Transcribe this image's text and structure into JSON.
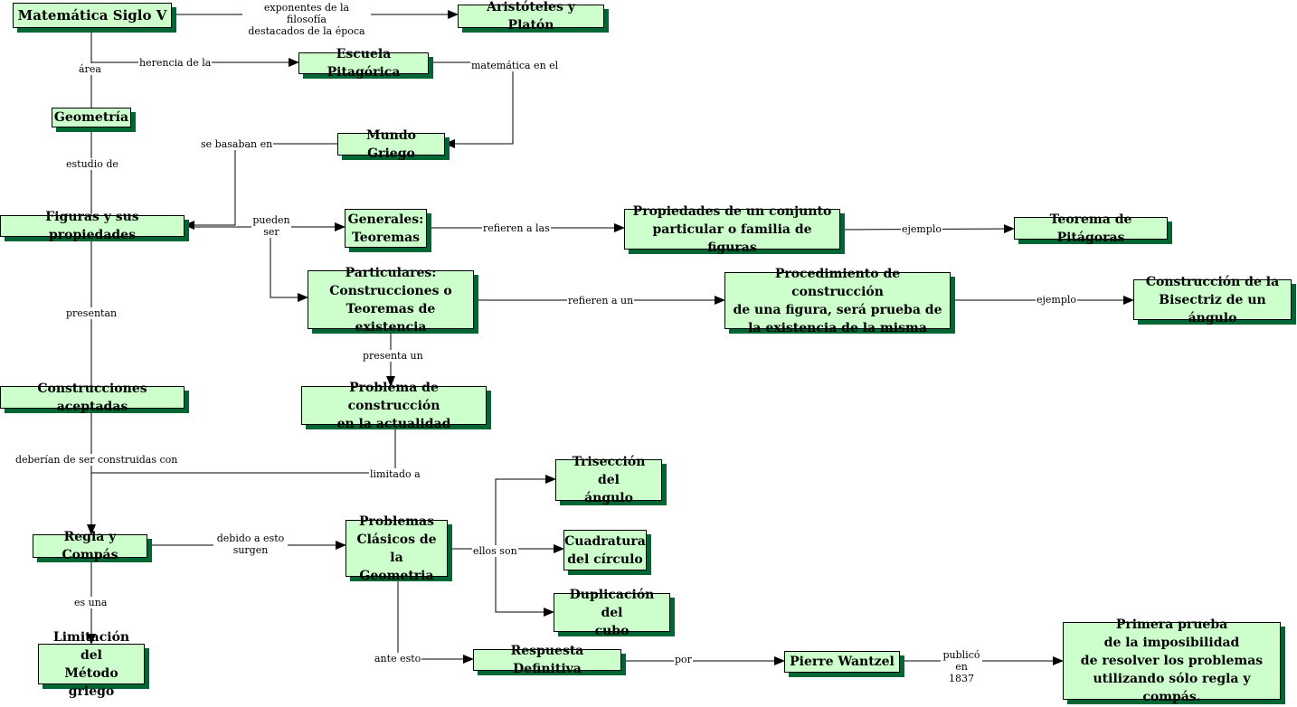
{
  "nodes": {
    "matematica_siglo_v": "Matemática Siglo V",
    "aristoteles_platon": "Aristóteles y Platón",
    "escuela_pitagorica": "Escuela Pitagórica",
    "geometria": "Geometría",
    "mundo_griego": "Mundo Griego",
    "figuras_propiedades": "Figuras y sus propiedades",
    "generales_teoremas": "Generales:\nTeoremas",
    "propiedades_conjunto": "Propiedades de un conjunto\nparticular o familia de figuras",
    "teorema_pitagoras": "Teorema de Pitágoras",
    "particulares": "Particulares:\nConstrucciones o\nTeoremas de existencia",
    "procedimiento_construccion": "Procedimiento de construcción\nde una figura, será prueba de\nla existencia de la misma",
    "construccion_bisectriz": "Construcción de la\nBisectriz de un ángulo",
    "construcciones_aceptadas": "Construcciones aceptadas",
    "problema_construccion": "Problema de construcción\nen la actualidad",
    "triseccion": "Trisección del\nángulo",
    "regla_compas": "Regla y Compás",
    "problemas_clasicos": "Problemas\nClásicos de la\nGeometria",
    "cuadratura": "Cuadratura\ndel círculo",
    "duplicacion": "Duplicación del\ncubo",
    "limitacion": "Limitación del\nMétodo griego",
    "respuesta_definitiva": "Respuesta Definitiva",
    "pierre_wantzel": "Pierre Wantzel",
    "primera_prueba": "Primera prueba\nde la imposibilidad\nde resolver los problemas\nutilizando sólo regla y compás."
  },
  "links": {
    "exponentes": "exponentes de la filosofía\ndestacados de la época",
    "area": "área",
    "herencia": "herencia de la",
    "matematica_en_el": "matemática en el",
    "estudio_de": "estudio de",
    "se_basaban_en": "se basaban en",
    "pueden_ser": "pueden\nser",
    "refieren_a_las": "refieren a las",
    "ejemplo_1": "ejemplo",
    "refieren_a_un": "refieren a un",
    "ejemplo_2": "ejemplo",
    "presentan": "presentan",
    "presenta_un": "presenta un",
    "deberian": "deberían de ser construidas con",
    "limitado_a": "limitado a",
    "debido_a_esto": "debido a esto\nsurgen",
    "ellos_son": "ellos son",
    "es_una": "es una",
    "ante_esto": "ante esto",
    "por": "por",
    "publico": "publicó\nen 1837"
  },
  "colors": {
    "node_fill": "#ccffcc",
    "node_shadow": "#006633",
    "line": "#000000"
  }
}
